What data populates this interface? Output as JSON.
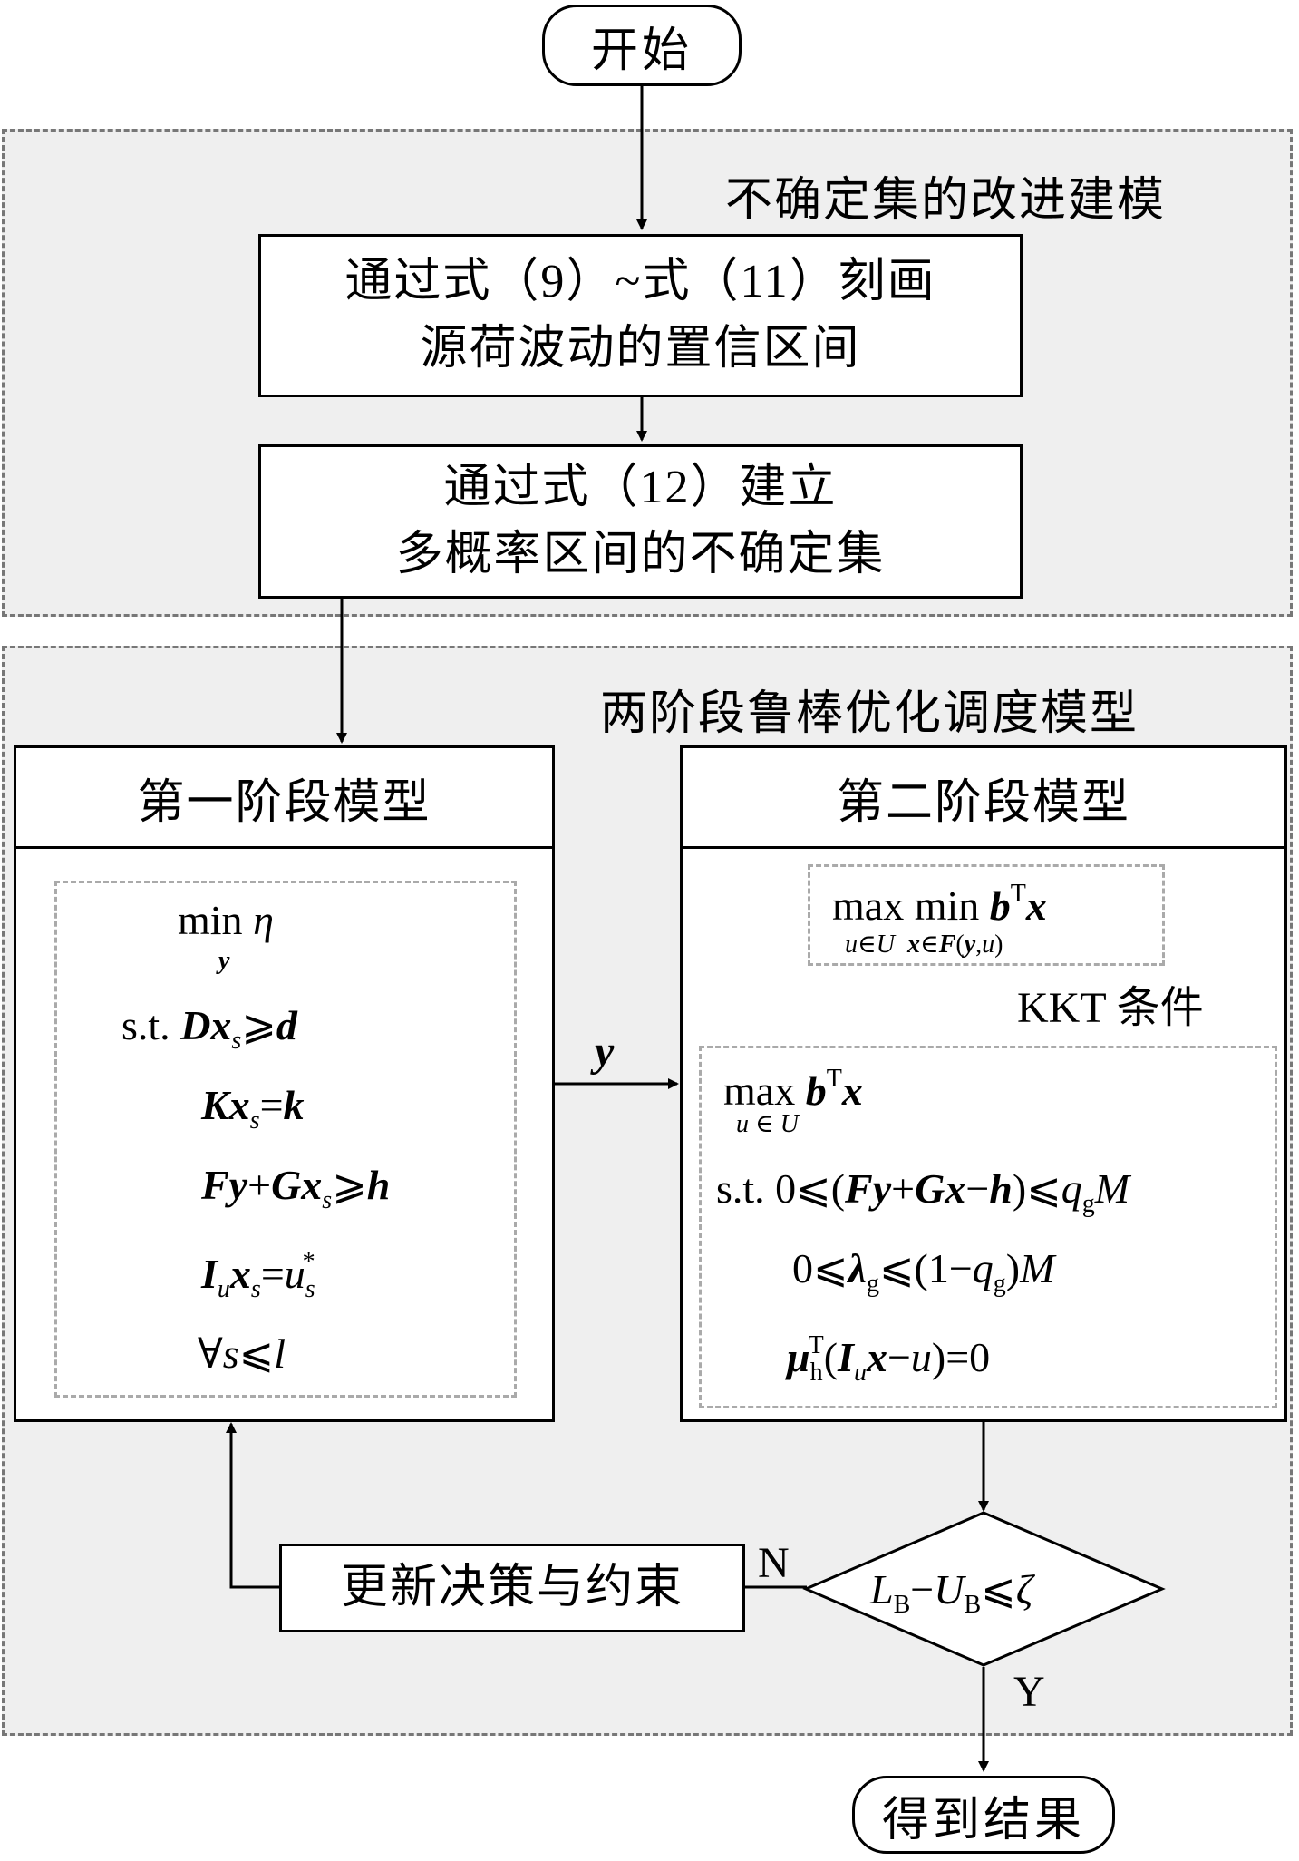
{
  "start_label": "开始",
  "end_label": "得到结果",
  "region_uncertainty": {
    "title": "不确定集的改进建模",
    "step1_line1": "通过式（9）~式（11）刻画",
    "step1_line2": "源荷波动的置信区间",
    "step2_line1": "通过式（12）建立",
    "step2_line2": "多概率区间的不确定集"
  },
  "region_model": {
    "title": "两阶段鲁棒优化调度模型",
    "stage1_title": "第一阶段模型",
    "stage2_title": "第二阶段模型",
    "kkt_label": "KKT 条件",
    "y_label": "y",
    "update_label": "更新决策与约束",
    "n_label": "N",
    "y_branch_label": "Y"
  },
  "colors": {
    "region_fill": "#efefef",
    "region_border": "#777777",
    "inner_border": "#aaaaaa"
  }
}
